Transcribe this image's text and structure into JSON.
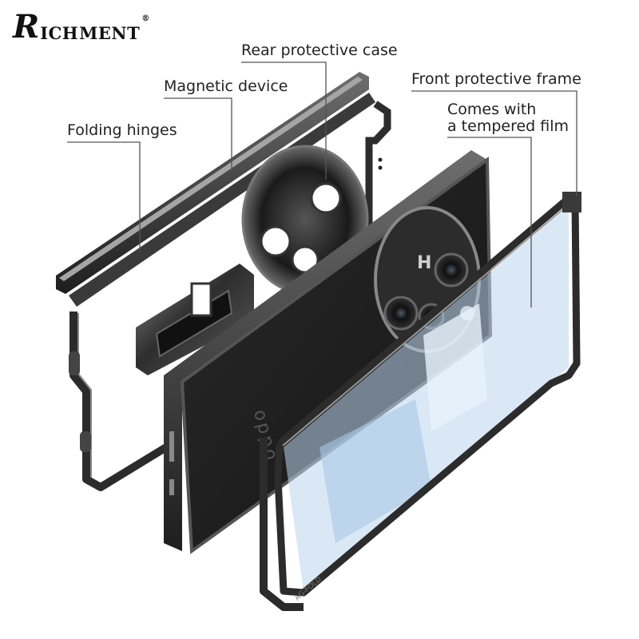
{
  "brand": {
    "logo_text": "RICHMENT",
    "logo_first_letter": "R",
    "logo_middle": "ICH",
    "logo_end": "MENT",
    "registered_mark": "®"
  },
  "callouts": {
    "rear_case": "Rear protective case",
    "magnetic_device": "Magnetic device",
    "folding_hinges": "Folding hinges",
    "front_frame": "Front protective frame",
    "film_line1": "Comes with",
    "film_line2": "a tempered film"
  },
  "phone": {
    "brand_mark": "oppo",
    "lens_mark": "H",
    "frame_mark": "AG-FOLD"
  },
  "colors": {
    "background": "#ffffff",
    "frame_dark": "#2b2b2b",
    "frame_mid": "#6a6a6a",
    "leather": "#1c1c1c",
    "film_blue": "#bcd6ee",
    "leader_line": "#555555",
    "text": "#222222"
  }
}
